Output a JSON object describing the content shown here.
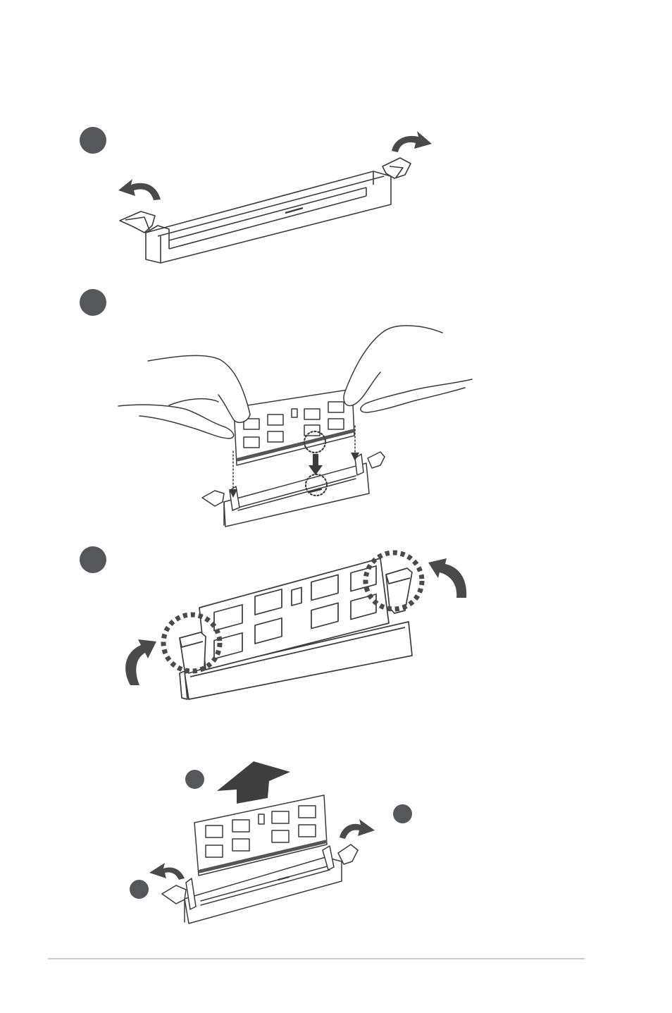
{
  "colors": {
    "ink": "#3a3a3a",
    "dot": "#55575a",
    "arrow": "#4a4a4a",
    "rule": "#cccccc",
    "paper": "#ffffff"
  },
  "icons": {
    "step_marker": "filled-circle",
    "open_arrow": "curved-arrow",
    "close_arrow": "curved-arrow",
    "lift_arrow": "up-block-arrow",
    "insert_arrow": "down-arrow"
  }
}
